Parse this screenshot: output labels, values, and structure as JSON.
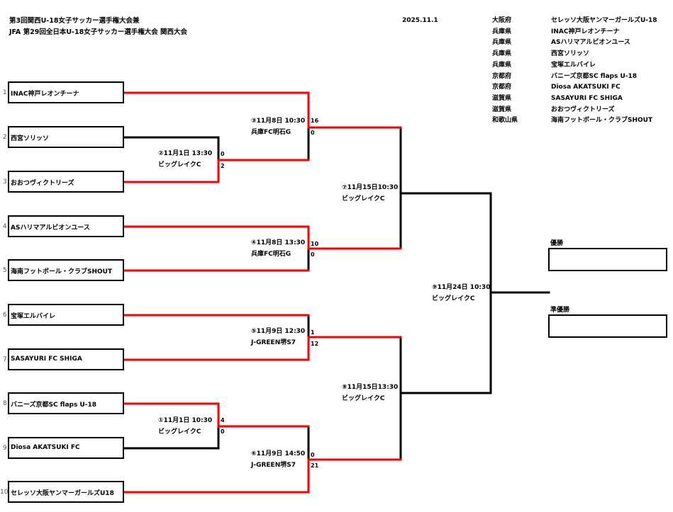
{
  "header": {
    "title_line1": "第3回関西U-18女子サッカー選手権大会兼",
    "title_line2": "JFA 第29回全日本U-18女子サッカー選手権大会 関西大会",
    "date": "2025.11.1"
  },
  "participants": [
    {
      "pref": "大阪府",
      "team": "セレッソ大阪ヤンマーガールズU-18"
    },
    {
      "pref": "兵庫県",
      "team": "INAC神戸レオンチーナ"
    },
    {
      "pref": "兵庫県",
      "team": "ASハリマアルビオンユース"
    },
    {
      "pref": "兵庫県",
      "team": "西宮ソリッソ"
    },
    {
      "pref": "兵庫県",
      "team": "宝塚エルバイレ"
    },
    {
      "pref": "京都府",
      "team": "バニーズ京都SC flaps U-18"
    },
    {
      "pref": "京都府",
      "team": "Diosa AKATSUKI FC"
    },
    {
      "pref": "滋賀県",
      "team": "SASAYURI FC SHIGA"
    },
    {
      "pref": "滋賀県",
      "team": "おおつヴィクトリーズ"
    },
    {
      "pref": "和歌山県",
      "team": "海南フットボール・クラブSHOUT"
    }
  ],
  "teams": [
    {
      "seed": "1",
      "name": "INAC神戸レオンチーナ"
    },
    {
      "seed": "2",
      "name": "西宮ソリッソ"
    },
    {
      "seed": "3",
      "name": "おおつヴィクトリーズ"
    },
    {
      "seed": "4",
      "name": "ASハリマアルビオンユース"
    },
    {
      "seed": "5",
      "name": "海南フットボール・クラブSHOUT"
    },
    {
      "seed": "6",
      "name": "宝塚エルバイレ"
    },
    {
      "seed": "7",
      "name": "SASAYURI FC SHIGA"
    },
    {
      "seed": "8",
      "name": "バニーズ京都SC flaps U-18"
    },
    {
      "seed": "9",
      "name": "Diosa AKATSUKI FC"
    },
    {
      "seed": "10",
      "name": "セレッソ大阪ヤンマーガールズU18"
    }
  ],
  "matches": {
    "m1": {
      "datetime": "①11月1日 10:30",
      "venue": "ビッグレイクC",
      "score_top": "4",
      "score_bottom": "0"
    },
    "m2": {
      "datetime": "②11月1日 13:30",
      "venue": "ビッグレイクC",
      "score_top": "0",
      "score_bottom": "2"
    },
    "m3": {
      "datetime": "③11月8日 10:30",
      "venue": "兵庫FC明石G",
      "score_top": "16",
      "score_bottom": "0"
    },
    "m4": {
      "datetime": "④11月8日 13:30",
      "venue": "兵庫FC明石G",
      "score_top": "10",
      "score_bottom": "0"
    },
    "m5": {
      "datetime": "⑤11月9日 12:30",
      "venue": "J-GREEN堺S7",
      "score_top": "1",
      "score_bottom": "12"
    },
    "m6": {
      "datetime": "⑥11月9日 14:50",
      "venue": "J-GREEN堺S7",
      "score_top": "0",
      "score_bottom": "21"
    },
    "m7": {
      "datetime": "⑦11月15日10:30",
      "venue": "ビッグレイクC"
    },
    "m8": {
      "datetime": "⑧11月15日13:30",
      "venue": "ビッグレイクC"
    },
    "m9": {
      "datetime": "⑨11月24日 10:30",
      "venue": "ビッグレイクC"
    }
  },
  "results": {
    "winner_label": "優勝",
    "winner_value": "",
    "runner_up_label": "準優勝",
    "runner_up_value": ""
  },
  "colors": {
    "winner_line": "#ff0000",
    "default_line": "#000000"
  }
}
